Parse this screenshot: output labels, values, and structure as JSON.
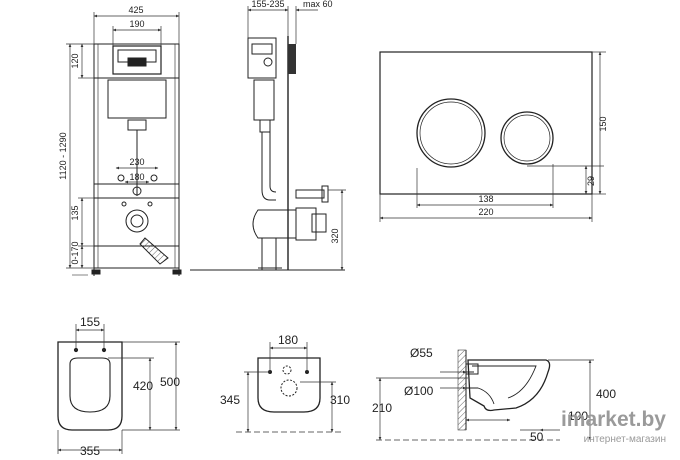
{
  "frame_front": {
    "width_total": "425",
    "width_inner": "190",
    "height_top": "120",
    "height_range": "1120 - 1290",
    "width_holes": "230",
    "width_holes_inner": "180",
    "height_pipe": "135",
    "height_feet": "0-170"
  },
  "frame_side": {
    "depth_range": "155-235",
    "depth_max": "max 60",
    "height_outlet": "320"
  },
  "flush_plate": {
    "height": "150",
    "button_offset": "29",
    "button_span": "138",
    "width": "220"
  },
  "toilet_top": {
    "seat_width": "155",
    "seat_length": "420",
    "total_length": "500",
    "total_width": "355"
  },
  "toilet_back": {
    "hole_span": "180",
    "left_height": "345",
    "right_height": "310"
  },
  "toilet_side": {
    "diameter_inlet": "Ø55",
    "diameter_outlet": "Ø100",
    "height_floor": "210",
    "height_total": "400",
    "depth_outlet": "100",
    "depth_bottom": "50"
  },
  "watermark": {
    "brand": "imarket.by",
    "subtitle": "интернет-магазин"
  },
  "colors": {
    "line": "#222222",
    "dim": "#333333",
    "watermark": "#9a9a9a"
  }
}
